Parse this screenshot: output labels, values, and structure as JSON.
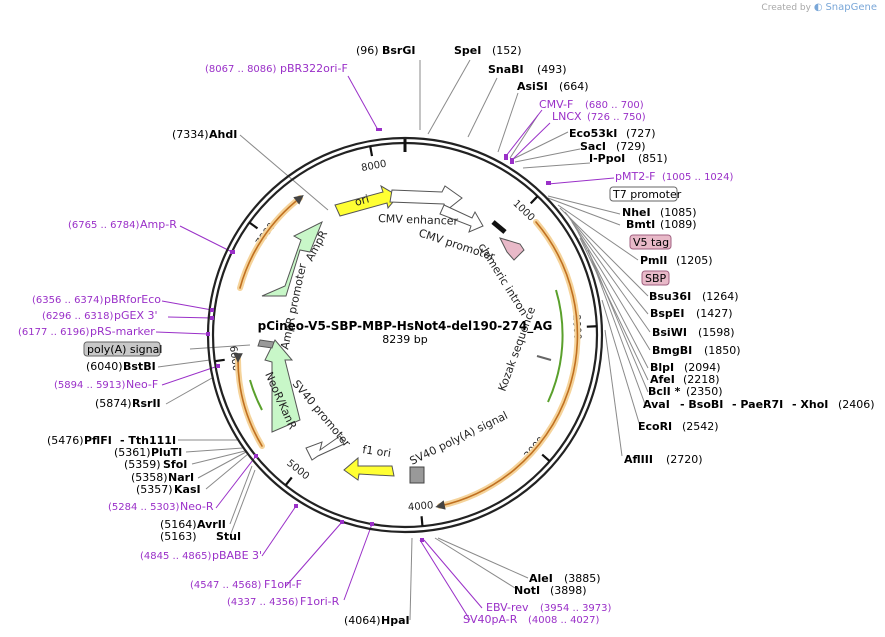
{
  "credit": {
    "prefix": "Created by",
    "brand": "SnapGene"
  },
  "plasmid": {
    "name": "pCineo-V5-SBP-MBP-HsNot4-del190-274_AG",
    "length": "8239 bp"
  },
  "ticks": [
    "1000",
    "2000",
    "3000",
    "4000",
    "5000",
    "6000",
    "7000",
    "8000"
  ],
  "features": [
    {
      "label": "ori",
      "kind": "yellow"
    },
    {
      "label": "CMV enhancer",
      "kind": "white"
    },
    {
      "label": "CMV promoter",
      "kind": "white"
    },
    {
      "label": "chimeric intron",
      "kind": "black"
    },
    {
      "label": "Kozak sequence",
      "kind": "grey"
    },
    {
      "label": "SV40 poly(A) signal",
      "kind": "grey"
    },
    {
      "label": "f1 ori",
      "kind": "yellow"
    },
    {
      "label": "SV40 promoter",
      "kind": "white"
    },
    {
      "label": "NeoR/KanR",
      "kind": "green"
    },
    {
      "label": "AmpR promoter",
      "kind": "white"
    },
    {
      "label": "AmpR",
      "kind": "green"
    }
  ],
  "boxed": [
    {
      "label": "T7 promoter",
      "fill": "#ffffff"
    },
    {
      "label": "V5 tag",
      "fill": "#e8b9c8"
    },
    {
      "label": "SBP",
      "fill": "#e8b9c8"
    },
    {
      "label": "poly(A) signal",
      "fill": "#c8c8c8"
    }
  ],
  "sites": {
    "BsrGI": "(96)",
    "SpeI": "(152)",
    "SnaBI": "(493)",
    "AsiSI": "(664)",
    "Eco53kI": "(727)",
    "SacI": "(729)",
    "IPpoI": "(851)",
    "NheI": "(1085)",
    "BmtI": "(1089)",
    "PmlI": "(1205)",
    "Bsu36I": "(1264)",
    "BspEI": "(1427)",
    "BsiWI": "(1598)",
    "BmgBI": "(1850)",
    "BlpI": "(2094)",
    "AfeI": "(2218)",
    "BclI": "(2350)",
    "AvaIgroup": "(2406)",
    "EcoRI": "(2542)",
    "AflIII": "(2720)",
    "AleI": "(3885)",
    "NotI": "(3898)",
    "HpaI": "(4064)",
    "StuI": "(5163)",
    "AvrII": "(5164)",
    "KasI": "(5357)",
    "NarI": "(5358)",
    "SfoI": "(5359)",
    "PluTI": "(5361)",
    "PflFI": "(5476)",
    "RsrII": "(5874)",
    "BstBI": "(6040)",
    "AhdI": "(7334)"
  },
  "siteNames": {
    "IPpoI": "I-PpoI",
    "BclI": "BclI *",
    "Tth": "- Tth111I",
    "BsoBI": "- BsoBI",
    "PaeR7I": "- PaeR7I",
    "XhoI": "- XhoI",
    "AvaI": "AvaI"
  },
  "primers": {
    "pBR322oriF": {
      "name": "pBR322ori-F",
      "range": "(8067 .. 8086)"
    },
    "CMVF": {
      "name": "CMV-F",
      "range": "(680 .. 700)"
    },
    "LNCX": {
      "name": "LNCX",
      "range": "(726 .. 750)"
    },
    "pMT2F": {
      "name": "pMT2-F",
      "range": "(1005 .. 1024)"
    },
    "AmpR": {
      "name": "Amp-R",
      "range": "(6765 .. 6784)"
    },
    "pBRforEco": {
      "name": "pBRforEco",
      "range": "(6356 .. 6374)"
    },
    "pGEX3": {
      "name": "pGEX 3'",
      "range": "(6296 .. 6318)"
    },
    "pRSmarker": {
      "name": "pRS-marker",
      "range": "(6177 .. 6196)"
    },
    "NeoF": {
      "name": "Neo-F",
      "range": "(5894 .. 5913)"
    },
    "NeoR": {
      "name": "Neo-R",
      "range": "(5284 .. 5303)"
    },
    "pBABE3": {
      "name": "pBABE 3'",
      "range": "(4845 .. 4865)"
    },
    "F1oriF": {
      "name": "F1ori-F",
      "range": "(4547 .. 4568)"
    },
    "F1oriR": {
      "name": "F1ori-R",
      "range": "(4337 .. 4356)"
    },
    "EBVrev": {
      "name": "EBV-rev",
      "range": "(3954 .. 3973)"
    },
    "SV40pAR": {
      "name": "SV40pA-R",
      "range": "(4008 .. 4027)"
    }
  },
  "colors": {
    "primer": "#9a30c8",
    "site": "#000000",
    "pos": "#000000",
    "leader": "#8a8a8a",
    "ring": "#222222",
    "orange": "#e8a040",
    "green": "#5aa02c"
  }
}
